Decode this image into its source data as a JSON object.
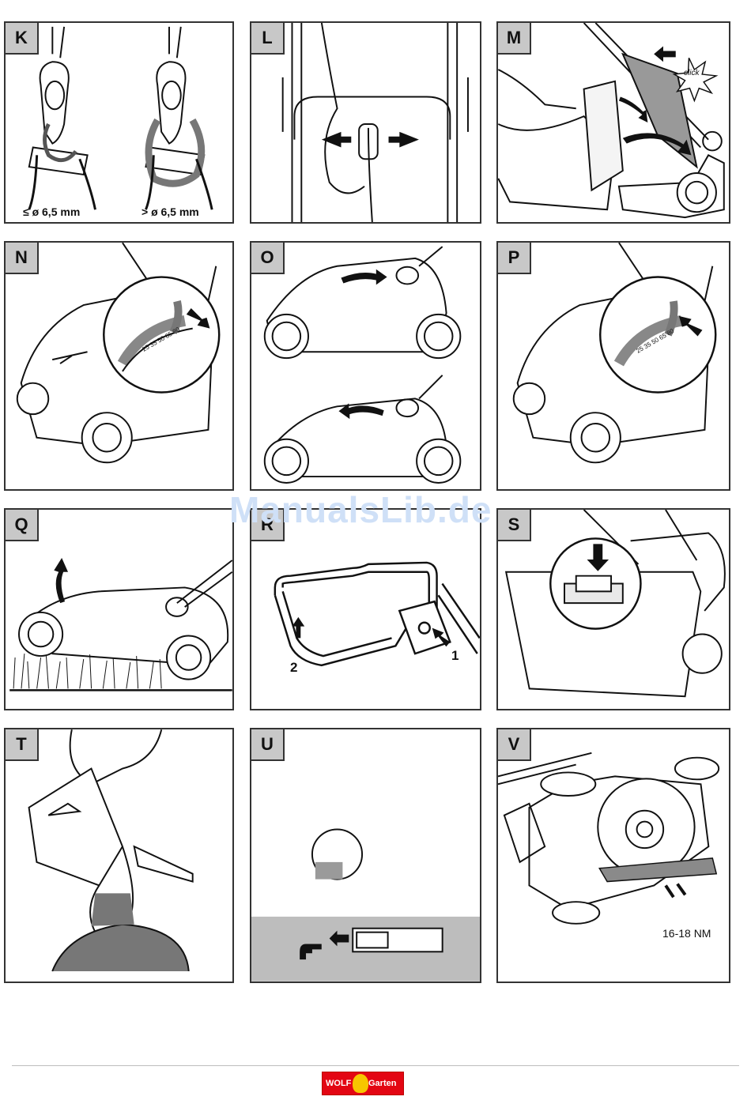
{
  "panels": [
    {
      "id": "K",
      "label": "K",
      "notes": [
        "≤ ø 6,5 mm",
        "> ø 6,5 mm"
      ]
    },
    {
      "id": "L",
      "label": "L"
    },
    {
      "id": "M",
      "label": "M",
      "notes": [
        "click"
      ]
    },
    {
      "id": "N",
      "label": "N",
      "scale": [
        "25",
        "35",
        "50",
        "65",
        "80"
      ]
    },
    {
      "id": "O",
      "label": "O"
    },
    {
      "id": "P",
      "label": "P",
      "scale": [
        "25",
        "35",
        "50",
        "65",
        "80"
      ]
    },
    {
      "id": "Q",
      "label": "Q"
    },
    {
      "id": "R",
      "label": "R",
      "notes": [
        "1",
        "2"
      ]
    },
    {
      "id": "S",
      "label": "S"
    },
    {
      "id": "T",
      "label": "T"
    },
    {
      "id": "U",
      "label": "U"
    },
    {
      "id": "V",
      "label": "V",
      "notes": [
        "16-18 NM"
      ]
    }
  ],
  "watermark": "ManualsLib.de",
  "footer": {
    "brand_left": "WOLF",
    "brand_right": "Garten",
    "brand_color": "#e30613",
    "accent": "#f7c600"
  }
}
